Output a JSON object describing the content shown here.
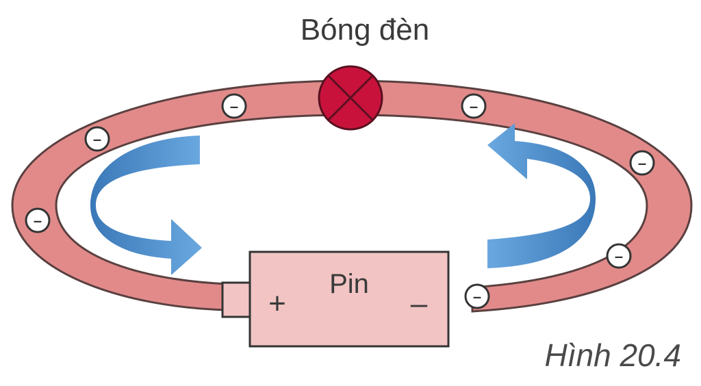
{
  "bulb": {
    "label": "Bóng đèn"
  },
  "battery": {
    "label": "Pin",
    "positive": "+",
    "negative": "–"
  },
  "electron": {
    "sign": "–"
  },
  "caption": "Hình 20.4",
  "colors": {
    "wire_fill": "#e28a8a",
    "wire_stroke": "#5a4040",
    "bulb_fill": "#c8123c",
    "battery_fill": "#f2c4c4",
    "arrow_fill": "#4f8fd0",
    "arrow_dark": "#2e6aa8"
  }
}
